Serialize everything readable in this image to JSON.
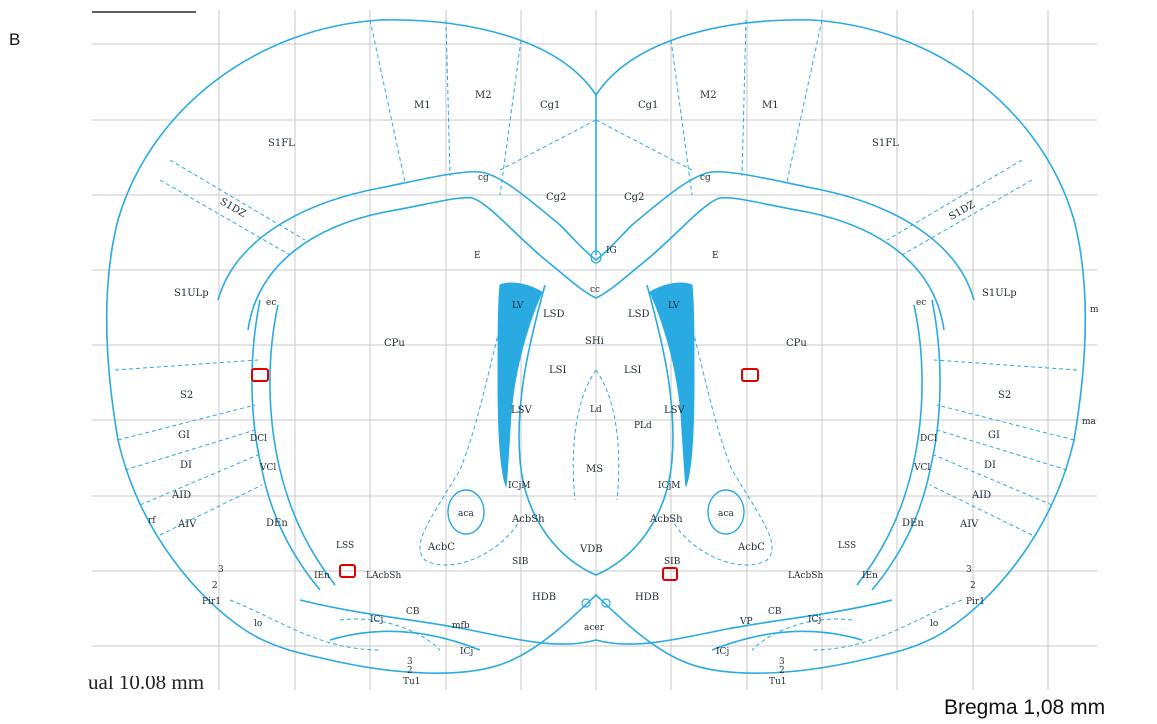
{
  "figure": {
    "panel_letter": "B",
    "bregma_label": "Bregma 1,08 mm",
    "cut_off_caption": "ual 10.08 mm"
  },
  "colors": {
    "atlas_line": "#29abe2",
    "ventricle_fill": "#29abe2",
    "grid_line": "#c8c8c8",
    "marker": "#e00000",
    "label_text": "#1e2a33"
  },
  "atlas": {
    "regions_left": {
      "M1": "M1",
      "M2": "M2",
      "Cg1": "Cg1",
      "Cg2": "Cg2",
      "cg": "cg",
      "S1FL": "S1FL",
      "S1DZ": "S1DZ",
      "S1ULp": "S1ULp",
      "ec": "ec",
      "CPu": "CPu",
      "LV": "LV",
      "E": "E",
      "LSD": "LSD",
      "LSI": "LSI",
      "LSV": "LSV",
      "S2": "S2",
      "GI": "GI",
      "DI": "DI",
      "AID": "AID",
      "AIV": "AIV",
      "rf": "rf",
      "DCl": "DCl",
      "VCl": "VCl",
      "DEn": "DEn",
      "IEn": "IEn",
      "LSS": "LSS",
      "LAcbSh": "LAcbSh",
      "aca": "aca",
      "AcbC": "AcbC",
      "AcbSh": "AcbSh",
      "ICjM": "ICjM",
      "SIB": "SIB",
      "HDB": "HDB",
      "CB": "CB",
      "mfb": "mfb",
      "ICj": "ICj",
      "Pir1": "Pir1",
      "lo": "lo",
      "n3": "3",
      "n2": "2",
      "tu3": "3",
      "tu2": "2",
      "Tu1": "Tu1"
    },
    "regions_right": {
      "M1": "M1",
      "M2": "M2",
      "Cg1": "Cg1",
      "Cg2": "Cg2",
      "cg": "cg",
      "S1FL": "S1FL",
      "S1DZ": "S1DZ",
      "S1ULp": "S1ULp",
      "ec": "ec",
      "CPu": "CPu",
      "LV": "LV",
      "E": "E",
      "LSD": "LSD",
      "LSI": "LSI",
      "LSV": "LSV",
      "PLd": "PLd",
      "S2": "S2",
      "GI": "GI",
      "DI": "DI",
      "AID": "AID",
      "AIV": "AIV",
      "DCl": "DCl",
      "VCl": "VCl",
      "DEn": "DEn",
      "IEn": "IEn",
      "LSS": "LSS",
      "LAcbSh": "LAcbSh",
      "aca": "aca",
      "AcbC": "AcbC",
      "AcbSh": "AcbSh",
      "ICjM": "ICjM",
      "SIB": "SIB",
      "HDB": "HDB",
      "CB": "CB",
      "VP": "VP",
      "ICj": "ICj",
      "Pir1": "Pir1",
      "lo": "lo",
      "n3": "3",
      "n2": "2",
      "tu3": "3",
      "tu2": "2",
      "Tu1": "Tu1",
      "m_top": "m",
      "m_mid": "ma"
    },
    "midline": {
      "IG": "IG",
      "cc": "cc",
      "SHi": "SHi",
      "Ld": "Ld",
      "MS": "MS",
      "VDB": "VDB",
      "acer": "acer"
    }
  }
}
